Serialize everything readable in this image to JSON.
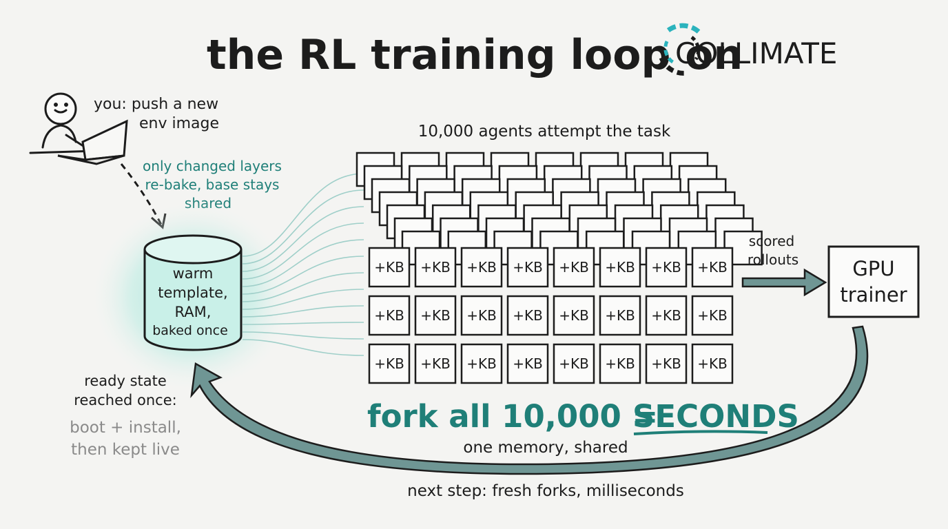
{
  "title": {
    "text": "the RL training loop on",
    "brand": "COLLIMATE"
  },
  "user": {
    "caption_line1": "you: push a new",
    "caption_line2": "env image"
  },
  "layers_note": {
    "line1": "only changed layers",
    "line2": "re-bake, base stays",
    "line3": "shared"
  },
  "template": {
    "line1": "warm",
    "line2": "template,",
    "line3": "RAM,",
    "line4": "baked once"
  },
  "ready_note": {
    "line1": "ready state",
    "line2": "reached once:",
    "line3": "boot + install,",
    "line4": "then kept live"
  },
  "agents": {
    "caption": "10,000 agents attempt the task",
    "card_label": "+KB",
    "front_rows": 3,
    "front_cols": 8
  },
  "fork": {
    "prefix": "fork all 10,000 =",
    "emphasis": "SECONDS",
    "sub": "one memory, shared"
  },
  "rollouts": {
    "line1": "scored",
    "line2": "rollouts"
  },
  "trainer": {
    "line1": "GPU",
    "line2": "trainer"
  },
  "loop": {
    "caption": "next step: fresh forks, milliseconds"
  },
  "colors": {
    "ink": "#1c1c1c",
    "teal": "#1f7f78",
    "glow": "#9fe3d6",
    "arrow_fill": "#6f9694",
    "note_grey": "#8a8a8a",
    "background": "#f4f4f2"
  },
  "icons": [
    "person-at-laptop-icon",
    "collimate-logo-icon",
    "database-cylinder-icon"
  ]
}
